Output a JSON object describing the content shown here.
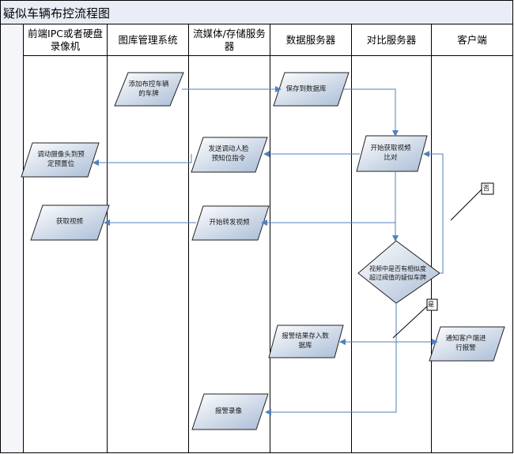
{
  "title": "疑似车辆布控流程图",
  "lanes": [
    "前端IPC或者硬盘录像机",
    "图库管理系统",
    "流媒体/存储服务器",
    "数据服务器",
    "对比服务器",
    "客户端"
  ],
  "steps": {
    "add_plate": "添加布控车辆的车牌",
    "save_db": "保存到数据库",
    "start_compare": "开始获取视频比对",
    "send_preset": "发送调动人脸预知位指令",
    "call_camera": "调动摄像头到预定预置位",
    "forward_video": "开始转发视频",
    "get_video": "获取视频",
    "decision": "视频中是否有相似度超过阀值的疑似车牌",
    "save_alarm": "报警结果存入数据库",
    "notify_client": "通知客户端进行报警",
    "alarm_record": "报警录像"
  },
  "marks": {
    "no": "否",
    "yes": "是"
  },
  "colors": {
    "shape_fill": "#c9d6e8",
    "shape_border": "#1f1f1f",
    "arrow": "#4f81bd",
    "frame": "#000000",
    "title_bar": "#d6e0ee"
  }
}
